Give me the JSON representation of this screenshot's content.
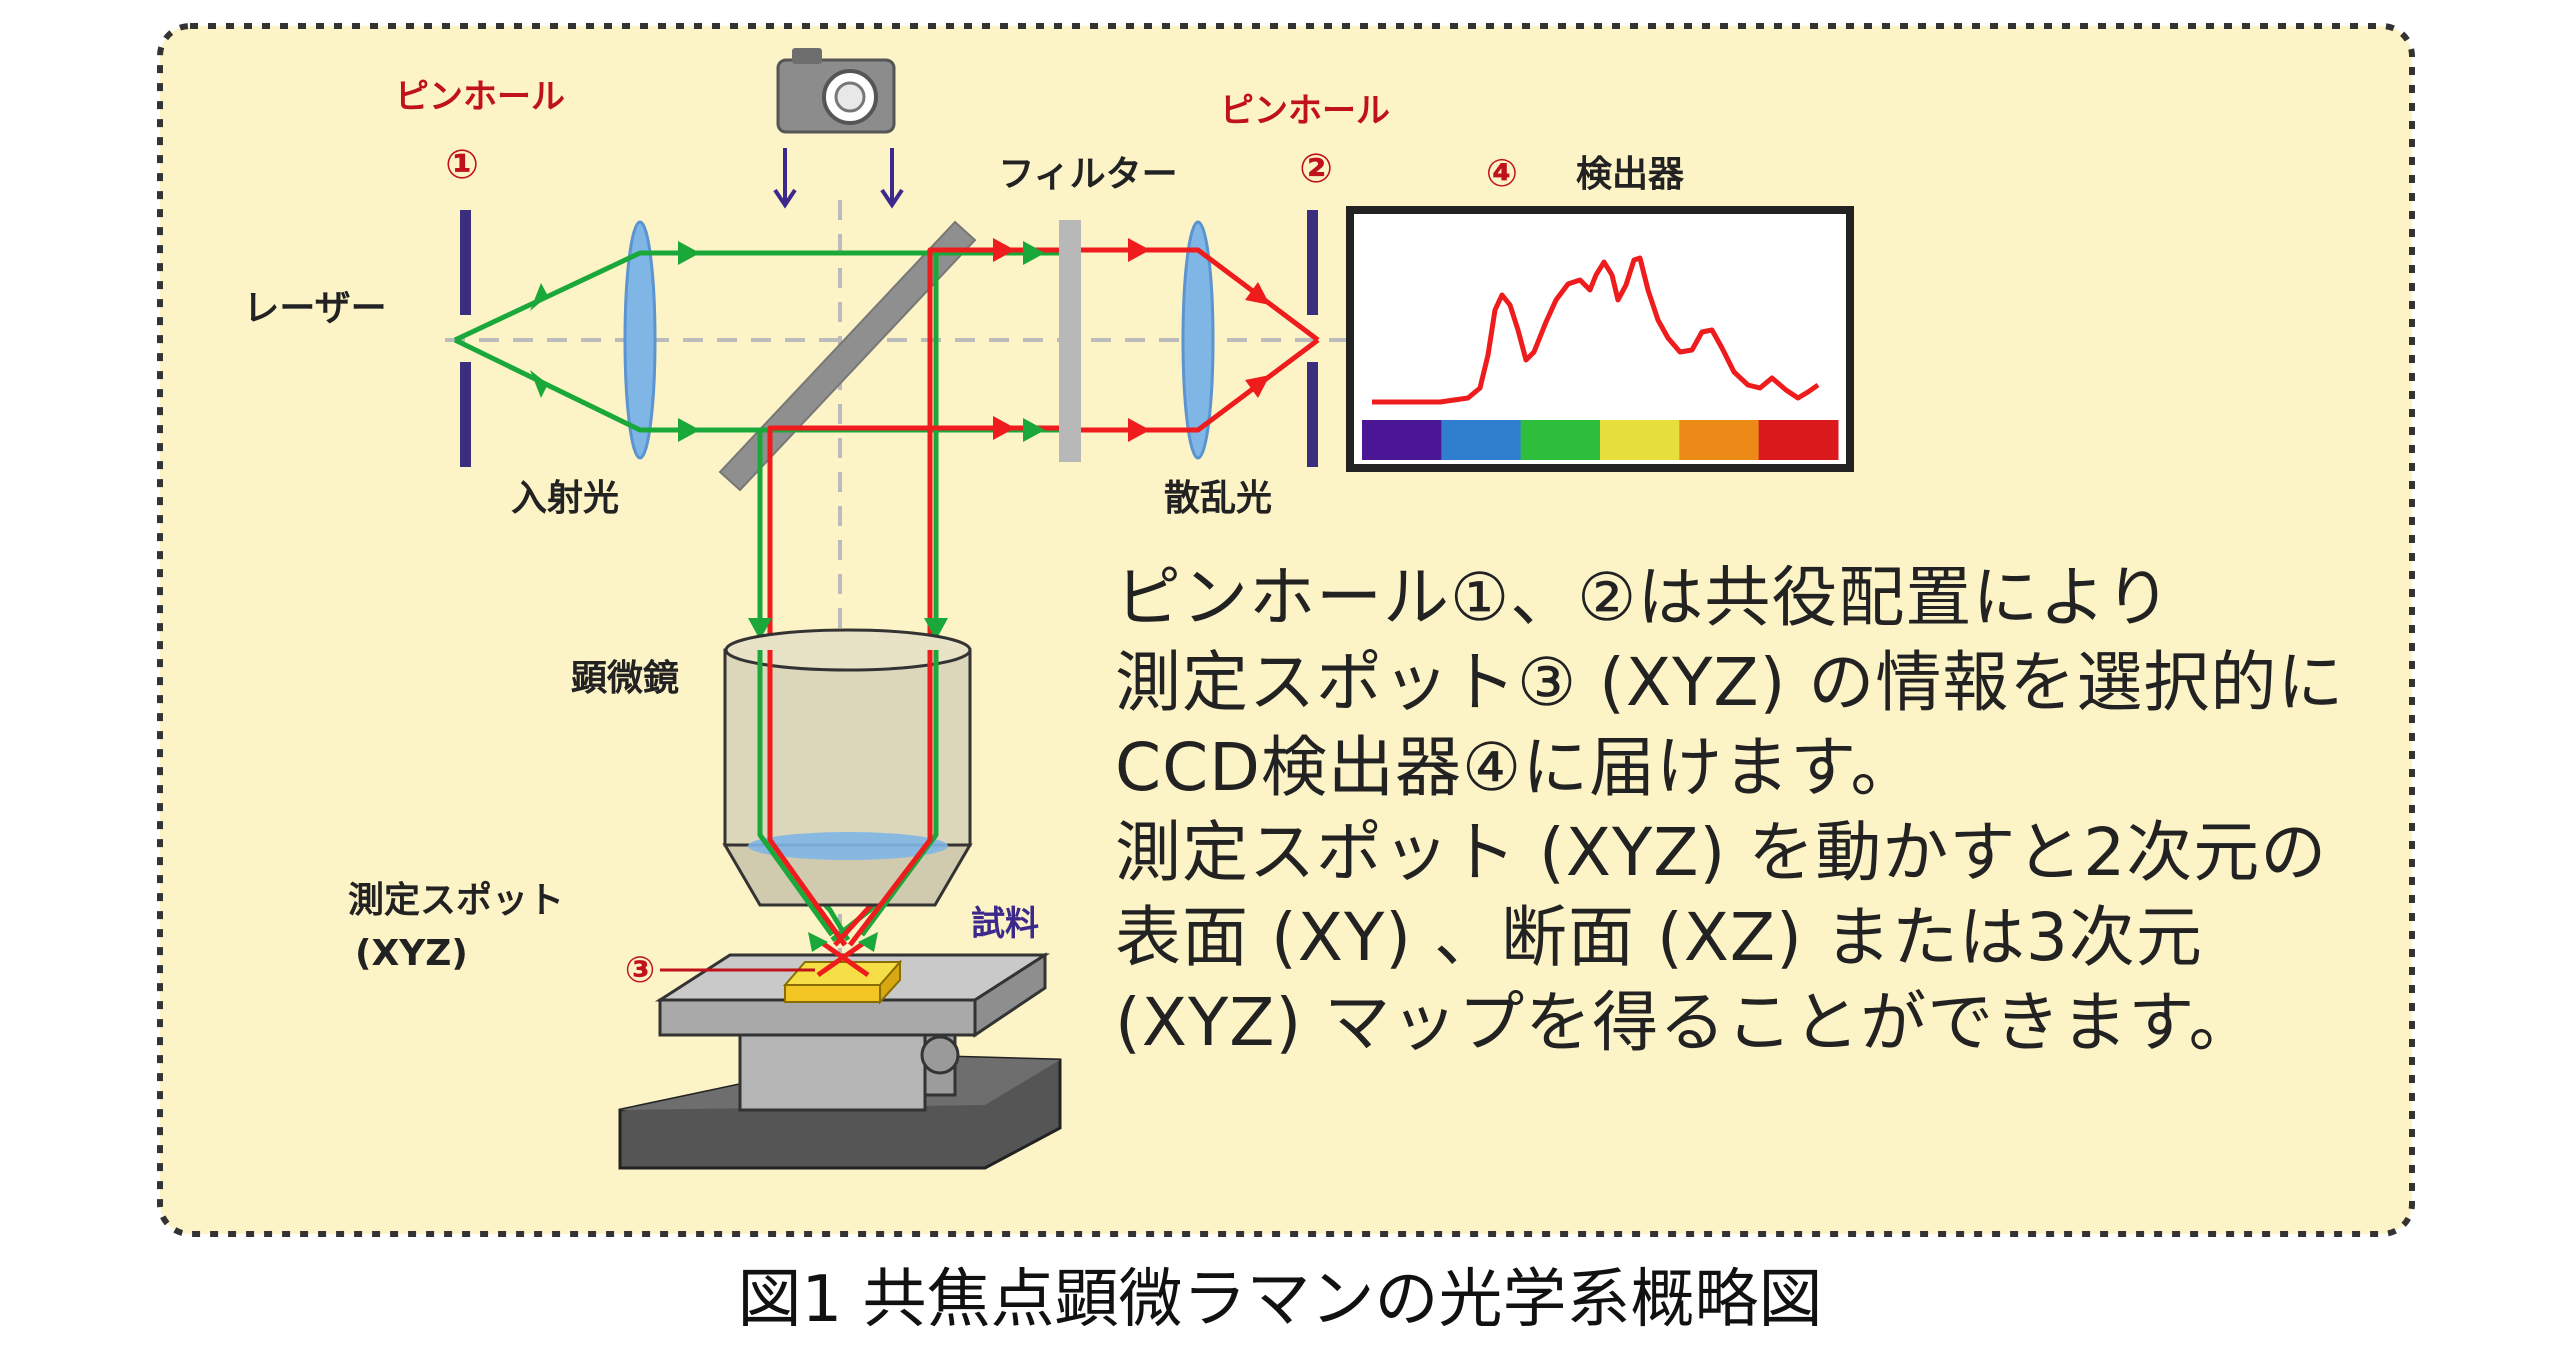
{
  "labels": {
    "pinhole1_title": "ピンホール",
    "pinhole1_num": "①",
    "pinhole2_title": "ピンホール",
    "pinhole2_num": "②",
    "filter": "フィルター",
    "detector_num": "④",
    "detector": "検出器",
    "laser": "レーザー",
    "incident_light": "入射光",
    "scattered_light": "散乱光",
    "microscope": "顕微鏡",
    "spot_line1": "測定スポット",
    "spot_line2": "(XYZ)",
    "spot_num": "③",
    "sample": "試料"
  },
  "description": [
    "ピンホール①、②は共役配置により",
    "測定スポット③ (XYZ) の情報を選択的に",
    "CCD検出器④に届けます。",
    "測定スポット (XYZ) を動かすと2次元の",
    "表面 (XY) 、断面 (XZ) または3次元",
    "(XYZ) マップを得ることができます。"
  ],
  "caption": "図1  共焦点顕微ラマンの光学系概略図",
  "colors": {
    "background": "#FCF3C6",
    "incident": "#1AA83A",
    "scattered": "#EE1C1C",
    "label_red": "#C0121B",
    "label_purple": "#3B2A8C",
    "pinhole": "#3B2E7E",
    "lens": "#7FB6E6",
    "filter": "#B8B8B8"
  },
  "spectrum_colors": [
    "#4B1796",
    "#2F7FCE",
    "#2DBE3C",
    "#E6DF3C",
    "#EC8A17",
    "#D9191C"
  ]
}
